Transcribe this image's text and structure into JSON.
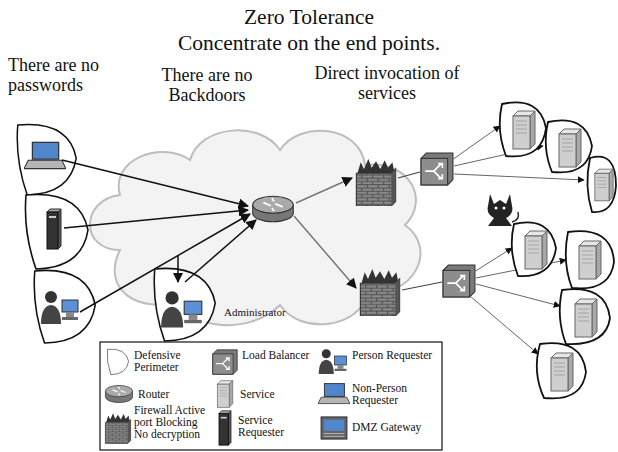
{
  "diagram": {
    "title": "Zero Tolerance",
    "labels": [
      "Concentrate on the end points.",
      "There are no passwords",
      "There are no Backdoors",
      "Direct invocation of services",
      "Administrator"
    ],
    "legend": [
      {
        "text": "Defensive Perimeter"
      },
      {
        "text": "Load Balancer"
      },
      {
        "text": "Person Requester"
      },
      {
        "text": "Router"
      },
      {
        "text": "Service"
      },
      {
        "text": "Non-Person Requester"
      },
      {
        "text": "Firewall Active port Blocking No decryption"
      },
      {
        "text": "Service Requester"
      },
      {
        "text": "DMZ Gateway"
      }
    ]
  }
}
